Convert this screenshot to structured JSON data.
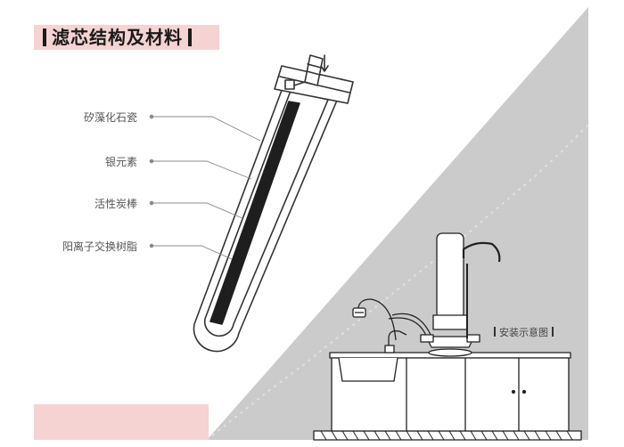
{
  "title": "滤芯结构及材料",
  "labels": [
    "矽藻化石瓷",
    "银元素",
    "活性炭棒",
    "阳离子交换树脂"
  ],
  "install_label": "安装示意图",
  "colors": {
    "pink": "#f5d3d3",
    "gray_panel": "#cbcbcb",
    "dark": "#1a1a1a"
  }
}
